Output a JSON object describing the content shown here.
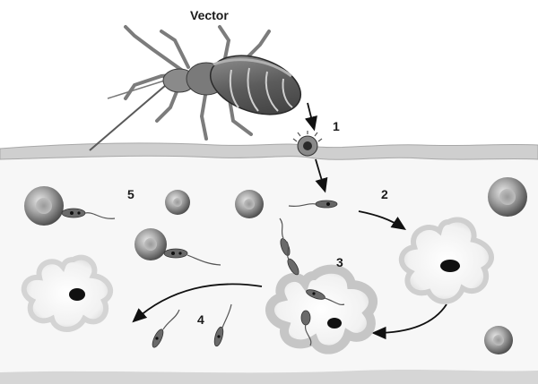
{
  "title": "Vector",
  "steps": [
    "1",
    "2",
    "3",
    "4",
    "5"
  ],
  "colors": {
    "skin_surface": "#cfcfcf",
    "tissue": "#ececec",
    "cell_body": "#d8d8d8",
    "cell_nucleus": "#111111",
    "blood_cell": "#8a8a8a",
    "insect_body": "#6e6e6e",
    "parasite": "#5a5a5a",
    "arrow": "#111111"
  },
  "icons": [
    "insect-icon",
    "parasite-icon",
    "blood-cell-icon",
    "host-cell-icon",
    "arrow-icon"
  ]
}
